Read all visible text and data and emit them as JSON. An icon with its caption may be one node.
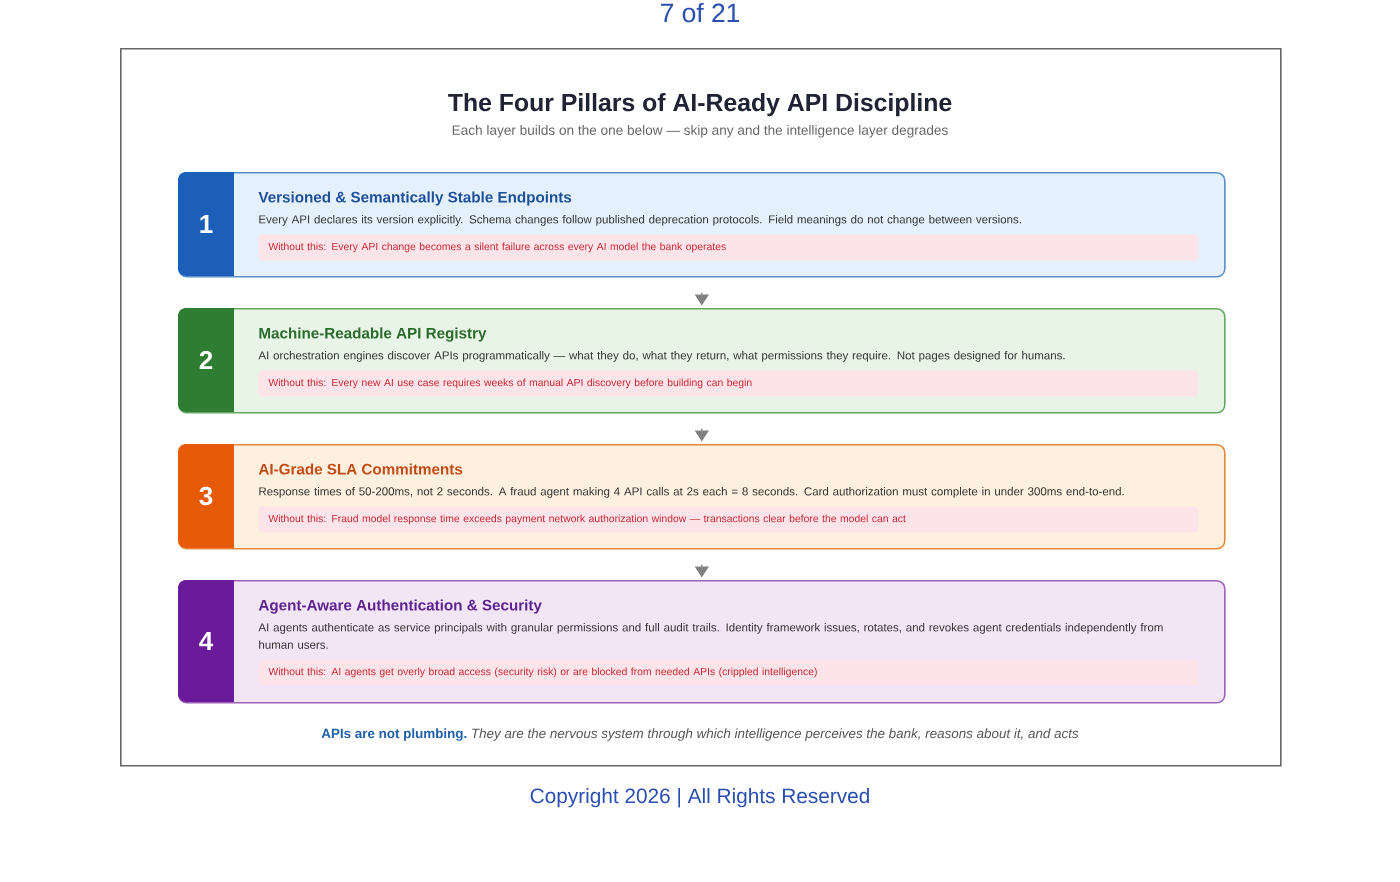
{
  "diagram": {
    "title": "The Four Pillars of AI-Ready API Discipline",
    "nodes": [
      {
        "text": [
          "Each layer builds on the one below — skip any and the intelligence layer degrades",
          "APIs are not plumbing.",
          "They are the nervous system through which intelligence perceives the bank, reasons about it, and acts"
        ]
      },
      {
        "text": [
          "Versioned & Semantically Stable Endpoints",
          "Every API declares its version explicitly. Schema changes follow published deprecation protocols. Field meanings do not change between versions."
        ],
        "in": 0
      },
      {
        "text": [
          "1"
        ],
        "in": 1
      },
      {
        "text": [
          "Without this: Every API change becomes a silent failure across every AI model the bank operates"
        ],
        "in": 1
      },
      {
        "text": [
          "Machine-Readable API Registry",
          "AI orchestration engines discover APIs programmatically — what they do, what they return, what permissions they require. Not pages designed for humans."
        ],
        "in": 0
      },
      {
        "text": [
          "2"
        ],
        "in": 4
      },
      {
        "text": [
          "Without this: Every new AI use case requires weeks of manual API discovery before building can begin"
        ],
        "in": 4
      },
      {
        "text": [
          "AI-Grade SLA Commitments",
          "Response times of 50-200ms, not 2 seconds. A fraud agent making 4 API calls at 2s each = 8 seconds. Card authorization must complete in under 300ms end-to-end."
        ],
        "in": 0
      },
      {
        "text": [
          "3"
        ],
        "in": 7
      },
      {
        "text": [
          "Without this: Fraud model response time exceeds payment network authorization window — transactions clear before the model can act"
        ],
        "in": 7
      },
      {
        "text": [
          "Agent-Aware Authentication & Security",
          "AI agents authenticate as service principals with granular permissions and full audit trails. Identity framework issues, rotates, and revokes agent credentials independently from human users."
        ],
        "in": 0
      },
      {
        "text": [
          "4"
        ],
        "in": 10
      },
      {
        "text": [
          "Without this: AI agents get overly broad access (security risk) or are blocked from needed APIs (crippled intelligence)"
        ],
        "in": 10
      }
    ],
    "edges": [
      {
        "from": 1,
        "to": 4,
        "arrow": "to"
      },
      {
        "from": 4,
        "to": 7,
        "arrow": "to"
      },
      {
        "from": 7,
        "to": 10,
        "arrow": "to"
      }
    ],
    "labels": [
      "7 of 21",
      "Copyright 2026 | All Rights Reserved"
    ]
  }
}
